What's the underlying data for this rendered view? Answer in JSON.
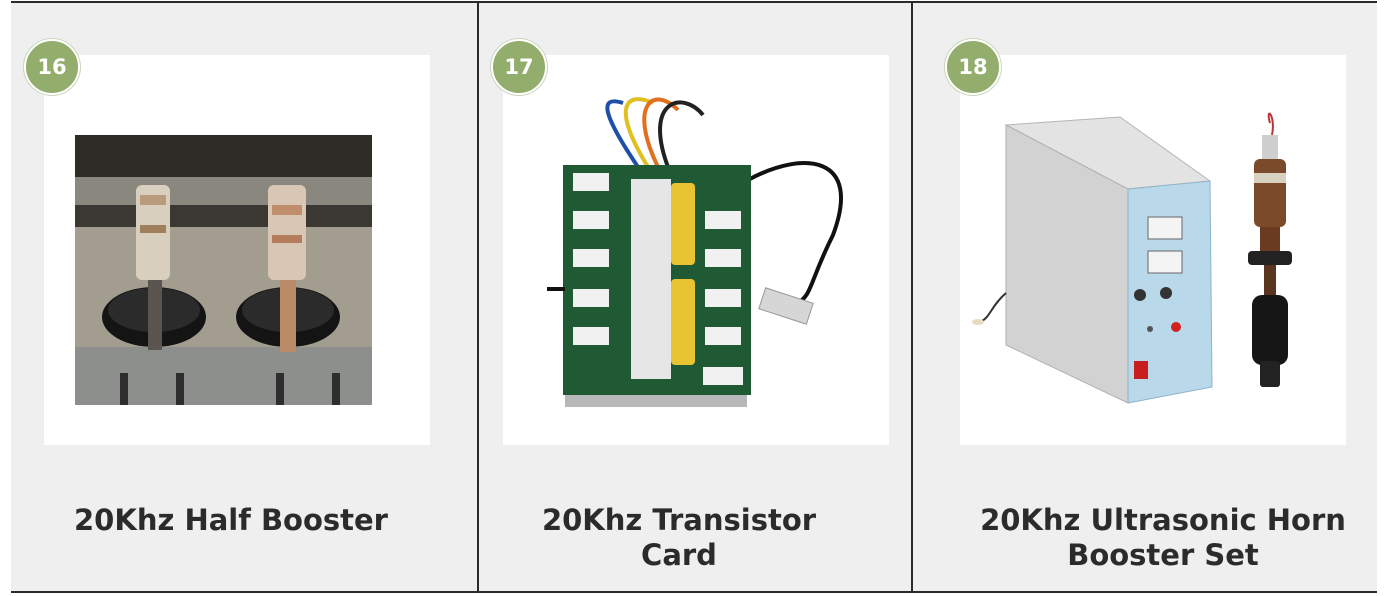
{
  "products": [
    {
      "number": "16",
      "title": "20Khz Half Booster"
    },
    {
      "number": "17",
      "title": "20Khz Transistor Card"
    },
    {
      "number": "18",
      "title": "20Khz Ultrasonic Horn Booster Set"
    }
  ],
  "colors": {
    "badge": "#92ad6c",
    "cell_background": "#efefef",
    "divider": "#2a2a2a",
    "caption_text": "#2b2b2b",
    "generator_panel": "#b9d8ea",
    "card_pcb": "#1f5a34",
    "capacitor": "#e8c432"
  }
}
